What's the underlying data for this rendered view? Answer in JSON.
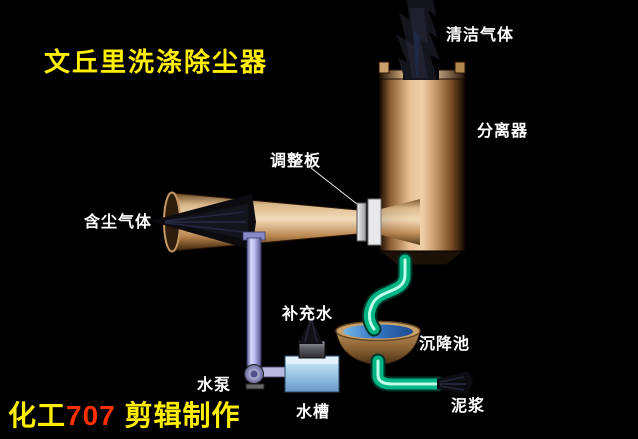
{
  "title": "文丘里洗涤除尘器",
  "labels": {
    "clean_gas": "清洁气体",
    "separator": "分离器",
    "adjust_plate": "调整板",
    "dusty_gas": "含尘气体",
    "makeup_water": "补充水",
    "settling_tank": "沉降池",
    "water_pump": "水泵",
    "water_tank": "水槽",
    "slurry": "泥浆"
  },
  "watermark": {
    "part1": "化工",
    "part2": "707",
    "part3": " 剪辑制作"
  },
  "colors": {
    "background": "#000000",
    "title_yellow": "#ffee00",
    "label_white": "#ffffff",
    "watermark_red": "#ff2f00",
    "copper": "#d9b185",
    "pipe_lavender": "#c4c6ee",
    "pipe_green": "#00b584",
    "water_blue": "#3a7cc8"
  }
}
